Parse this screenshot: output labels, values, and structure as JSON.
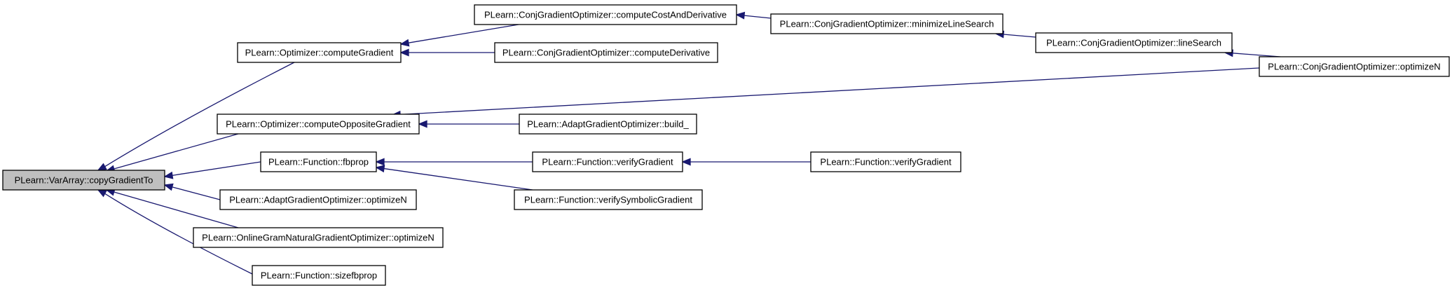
{
  "graph": {
    "root": "PLearn::VarArray::copyGradientTo",
    "nodes": [
      {
        "id": "copyGradientTo",
        "label": "PLearn::VarArray::copyGradientTo",
        "root": true
      },
      {
        "id": "computeGradient",
        "label": "PLearn::Optimizer::computeGradient"
      },
      {
        "id": "computeOppositeGradient",
        "label": "PLearn::Optimizer::computeOppositeGradient"
      },
      {
        "id": "fbprop",
        "label": "PLearn::Function::fbprop"
      },
      {
        "id": "adaptOptimizeN",
        "label": "PLearn::AdaptGradientOptimizer::optimizeN"
      },
      {
        "id": "onlineGramOptimizeN",
        "label": "PLearn::OnlineGramNaturalGradientOptimizer::optimizeN"
      },
      {
        "id": "sizefbprop",
        "label": "PLearn::Function::sizefbprop"
      },
      {
        "id": "computeCostAndDerivative",
        "label": "PLearn::ConjGradientOptimizer::computeCostAndDerivative"
      },
      {
        "id": "computeDerivative",
        "label": "PLearn::ConjGradientOptimizer::computeDerivative"
      },
      {
        "id": "adaptBuild",
        "label": "PLearn::AdaptGradientOptimizer::build_"
      },
      {
        "id": "verifyGradient1",
        "label": "PLearn::Function::verifyGradient"
      },
      {
        "id": "verifySymbolicGradient",
        "label": "PLearn::Function::verifySymbolicGradient"
      },
      {
        "id": "minimizeLineSearch",
        "label": "PLearn::ConjGradientOptimizer::minimizeLineSearch"
      },
      {
        "id": "verifyGradient2",
        "label": "PLearn::Function::verifyGradient"
      },
      {
        "id": "lineSearch",
        "label": "PLearn::ConjGradientOptimizer::lineSearch"
      },
      {
        "id": "conjOptimizeN",
        "label": "PLearn::ConjGradientOptimizer::optimizeN"
      }
    ],
    "edges": [
      {
        "from": "computeGradient",
        "to": "copyGradientTo"
      },
      {
        "from": "computeOppositeGradient",
        "to": "copyGradientTo"
      },
      {
        "from": "fbprop",
        "to": "copyGradientTo"
      },
      {
        "from": "adaptOptimizeN",
        "to": "copyGradientTo"
      },
      {
        "from": "onlineGramOptimizeN",
        "to": "copyGradientTo"
      },
      {
        "from": "sizefbprop",
        "to": "copyGradientTo"
      },
      {
        "from": "computeCostAndDerivative",
        "to": "computeGradient"
      },
      {
        "from": "computeDerivative",
        "to": "computeGradient"
      },
      {
        "from": "conjOptimizeN",
        "to": "computeOppositeGradient"
      },
      {
        "from": "adaptBuild",
        "to": "computeOppositeGradient"
      },
      {
        "from": "verifyGradient1",
        "to": "fbprop"
      },
      {
        "from": "verifySymbolicGradient",
        "to": "fbprop"
      },
      {
        "from": "minimizeLineSearch",
        "to": "computeCostAndDerivative"
      },
      {
        "from": "verifyGradient2",
        "to": "verifyGradient1"
      },
      {
        "from": "lineSearch",
        "to": "minimizeLineSearch"
      },
      {
        "from": "conjOptimizeN",
        "to": "lineSearch"
      }
    ]
  }
}
